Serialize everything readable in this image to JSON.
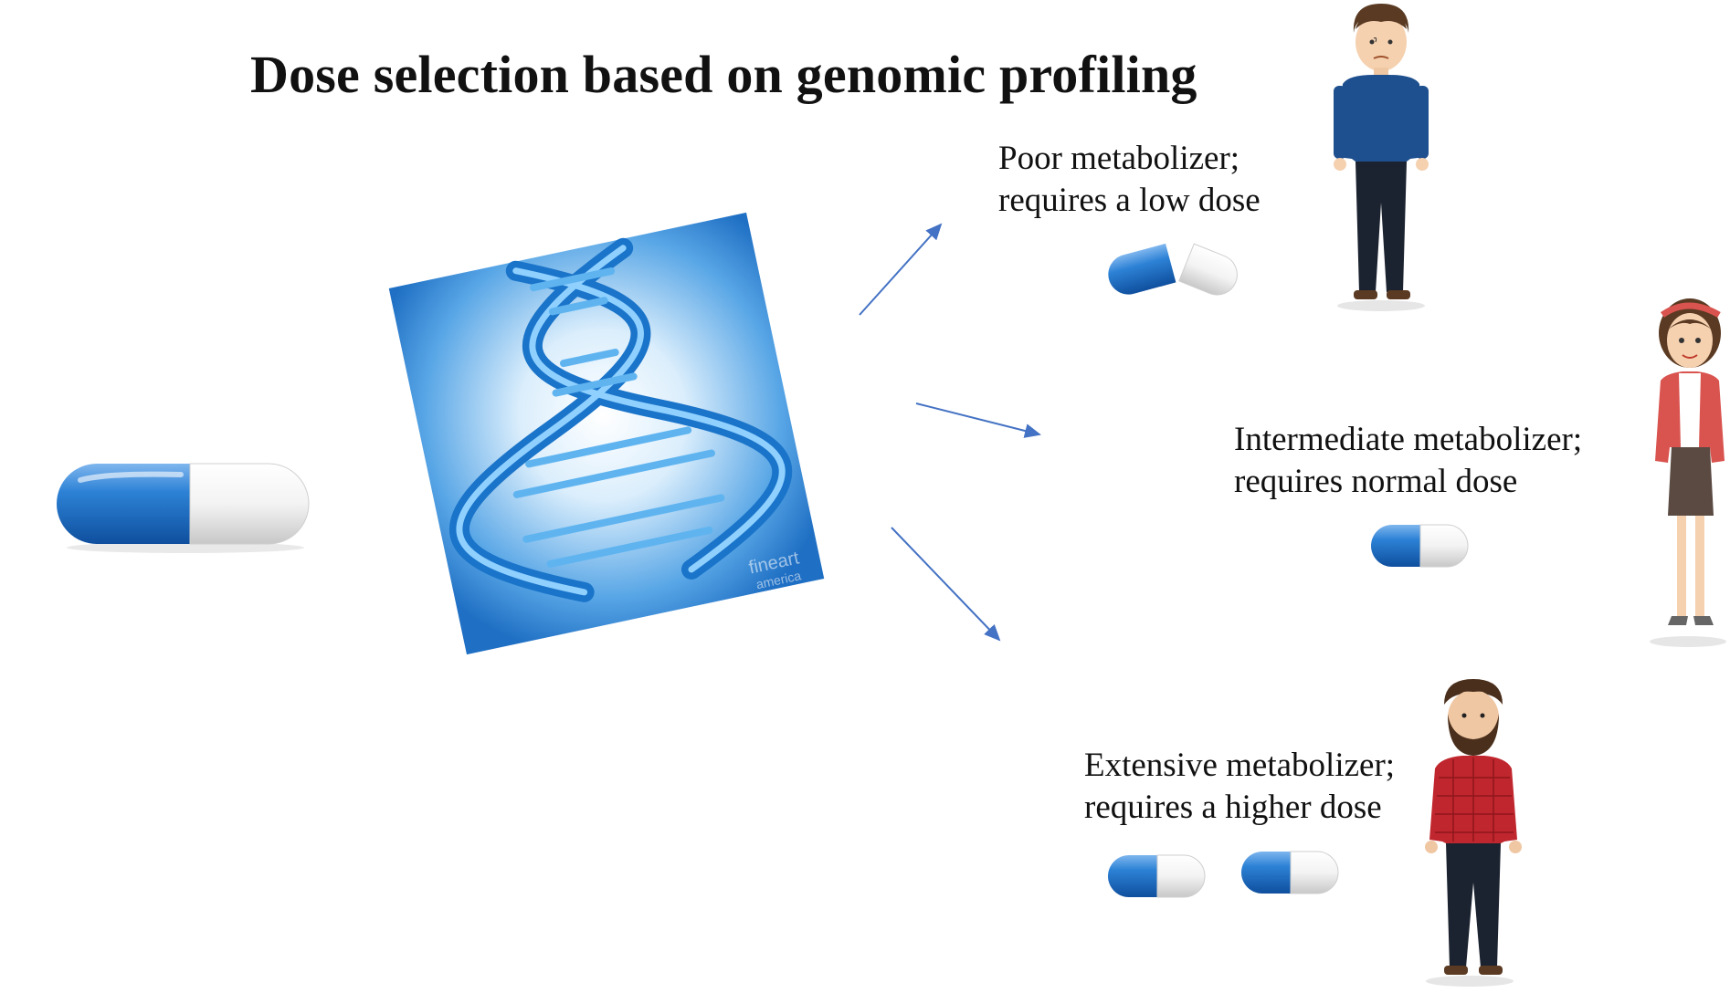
{
  "title": "Dose selection based on genomic profiling",
  "watermark": {
    "line1": "fineart",
    "line2": "america"
  },
  "groups": [
    {
      "id": "poor",
      "line1": "Poor metabolizer;",
      "line2": "requires a low dose",
      "pills": 1,
      "split": true
    },
    {
      "id": "intermediate",
      "line1": "Intermediate metabolizer;",
      "line2": "requires normal dose",
      "pills": 1,
      "split": false
    },
    {
      "id": "extensive",
      "line1": "Extensive metabolizer;",
      "line2": "requires a higher dose",
      "pills": 2,
      "split": false
    }
  ],
  "colors": {
    "pill_blue": "#1f73c8",
    "pill_white": "#f2f2f2",
    "arrow": "#4472c4",
    "dna_bg": "#3a8fd8"
  },
  "icons": [
    "capsule-icon",
    "dna-helix-icon",
    "arrow-icon",
    "person-icon"
  ]
}
